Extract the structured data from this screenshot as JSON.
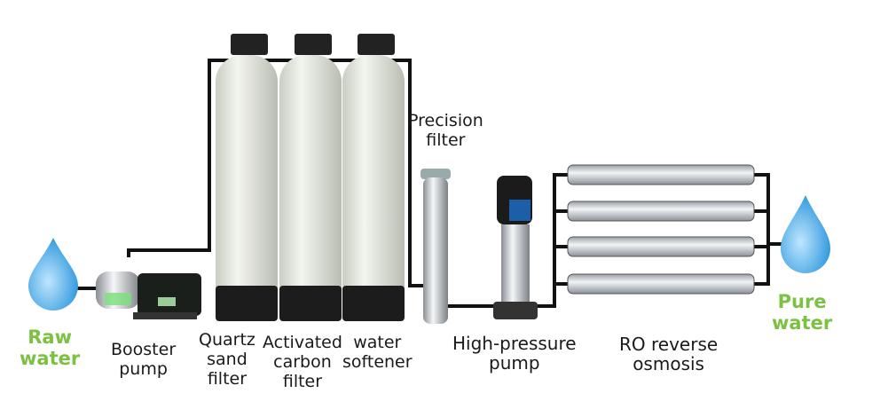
{
  "labels": {
    "raw_water": [
      "Raw",
      "water"
    ],
    "booster_pump": [
      "Booster",
      "pump"
    ],
    "quartz": [
      "Quartz",
      "sand",
      "filter"
    ],
    "carbon": [
      "Activated",
      "carbon",
      "filter"
    ],
    "softener": [
      "water",
      "softener"
    ],
    "precision": [
      "Precision",
      "filter"
    ],
    "hp_pump": [
      "High-pressure",
      "pump"
    ],
    "ro": [
      "RO reverse",
      "osmosis"
    ],
    "pure_water": [
      "Pure",
      "water"
    ]
  },
  "colors": {
    "accent_green": "#7cc142",
    "water_blue": "#2a9be0",
    "pipe": "#111111",
    "tank": "#e9ece4"
  }
}
